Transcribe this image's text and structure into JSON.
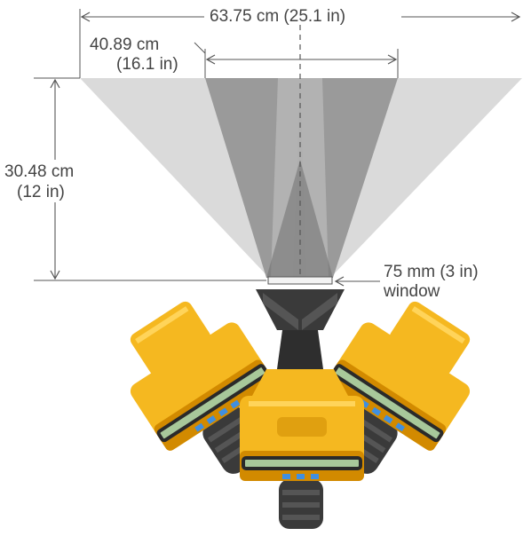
{
  "dimensions": {
    "total_width": "63.75 cm (25.1 in)",
    "inner_width_line1": "40.89 cm",
    "inner_width_line2": "(16.1 in)",
    "height_line1": "30.48 cm",
    "height_line2": "(12 in)",
    "window_line1": "75 mm (3 in)",
    "window_line2": "window"
  },
  "colors": {
    "dimension_line": "#555555",
    "camera_body": "#f5b820",
    "camera_shadow": "#d28a00",
    "lens_green": "#a8c89a",
    "led_blue": "#3f8fe0",
    "lens_barrel": "#3a3a3a"
  },
  "icons": {
    "devices": "thermal-imager-camera-icon"
  }
}
